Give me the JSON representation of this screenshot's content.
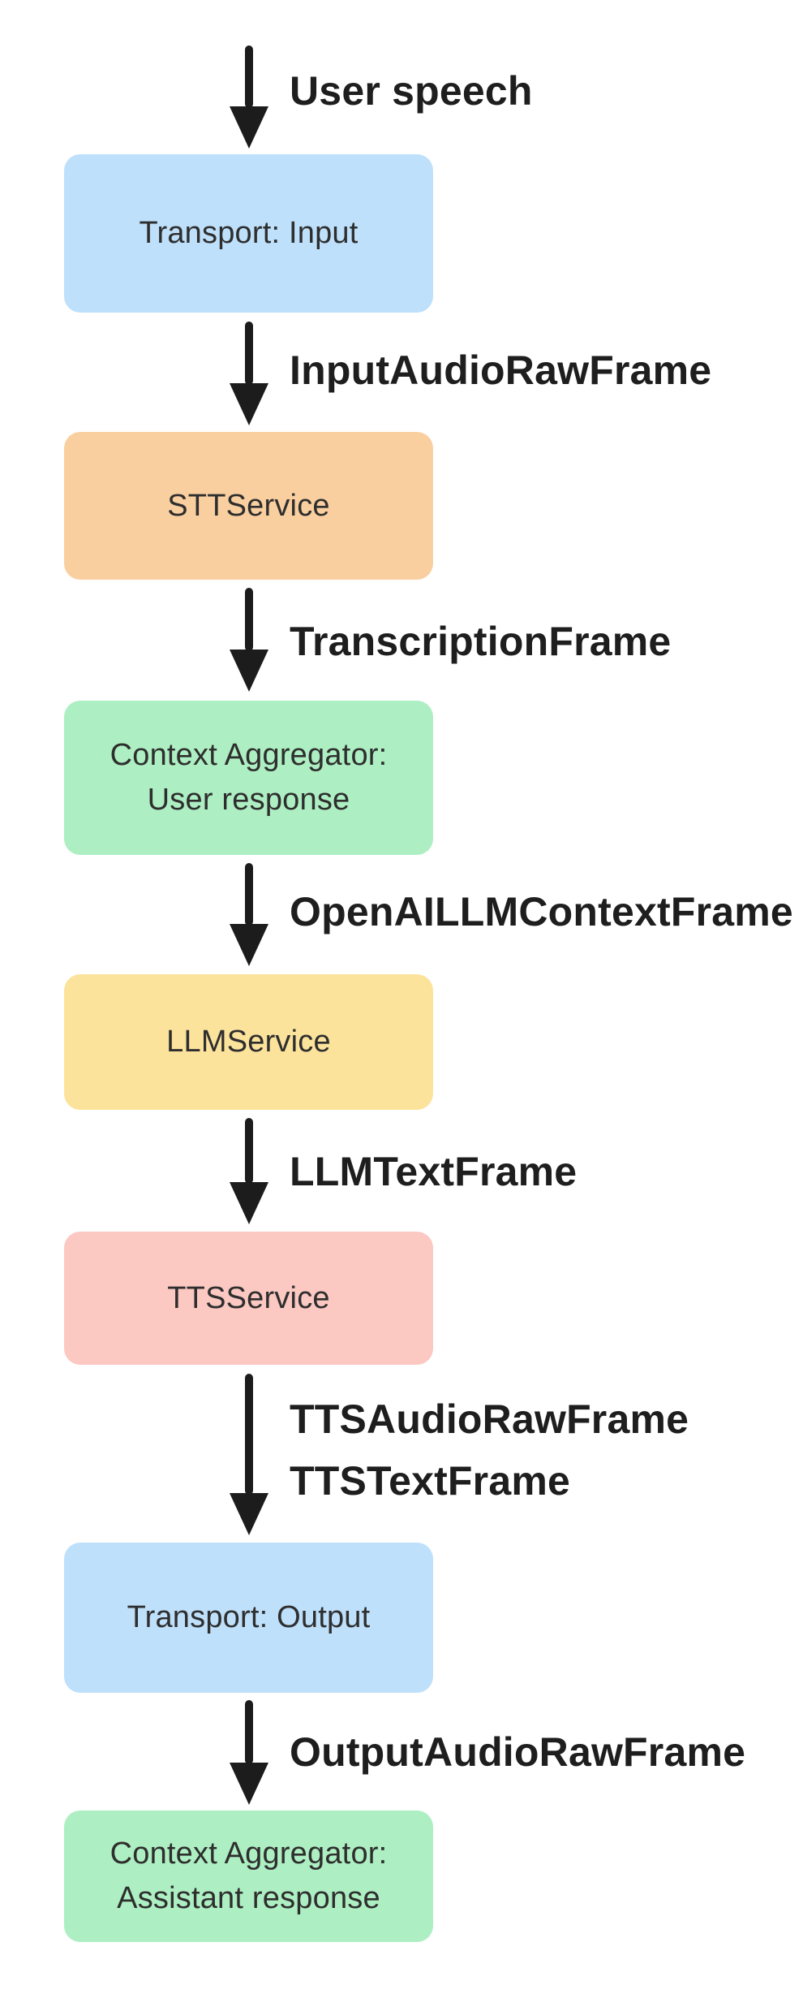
{
  "diagram": {
    "background": "#FFFFFF",
    "arrow_color": "#1C1C1C",
    "node_text_color": "#2E2E2E",
    "edge_label_color": "#1E1E1E",
    "nodes": [
      {
        "id": "transport-input",
        "color": "#BEE0FB",
        "lines": [
          "Transport: Input"
        ]
      },
      {
        "id": "stt-service",
        "color": "#FACFA0",
        "lines": [
          "STTService"
        ]
      },
      {
        "id": "context-aggregator-user",
        "color": "#ADEFC2",
        "lines": [
          "Context Aggregator:",
          "User response"
        ]
      },
      {
        "id": "llm-service",
        "color": "#FCE39C",
        "lines": [
          "LLMService"
        ]
      },
      {
        "id": "tts-service",
        "color": "#FBC8C2",
        "lines": [
          "TTSService"
        ]
      },
      {
        "id": "transport-output",
        "color": "#BEE0FB",
        "lines": [
          "Transport: Output"
        ]
      },
      {
        "id": "context-aggregator-assistant",
        "color": "#ADEFC2",
        "lines": [
          "Context Aggregator:",
          "Assistant response"
        ]
      }
    ],
    "edges": [
      {
        "id": "user-speech",
        "lines": [
          "User speech"
        ]
      },
      {
        "id": "input-audio-raw",
        "lines": [
          "InputAudioRawFrame"
        ]
      },
      {
        "id": "transcription",
        "lines": [
          "TranscriptionFrame"
        ]
      },
      {
        "id": "openai-llm-context",
        "lines": [
          "OpenAILLMContextFrame"
        ]
      },
      {
        "id": "llm-text",
        "lines": [
          "LLMTextFrame"
        ]
      },
      {
        "id": "tts-audio-raw-and-text",
        "lines": [
          "TTSAudioRawFrame",
          "TTSTextFrame"
        ]
      },
      {
        "id": "output-audio-raw",
        "lines": [
          "OutputAudioRawFrame"
        ]
      }
    ]
  }
}
